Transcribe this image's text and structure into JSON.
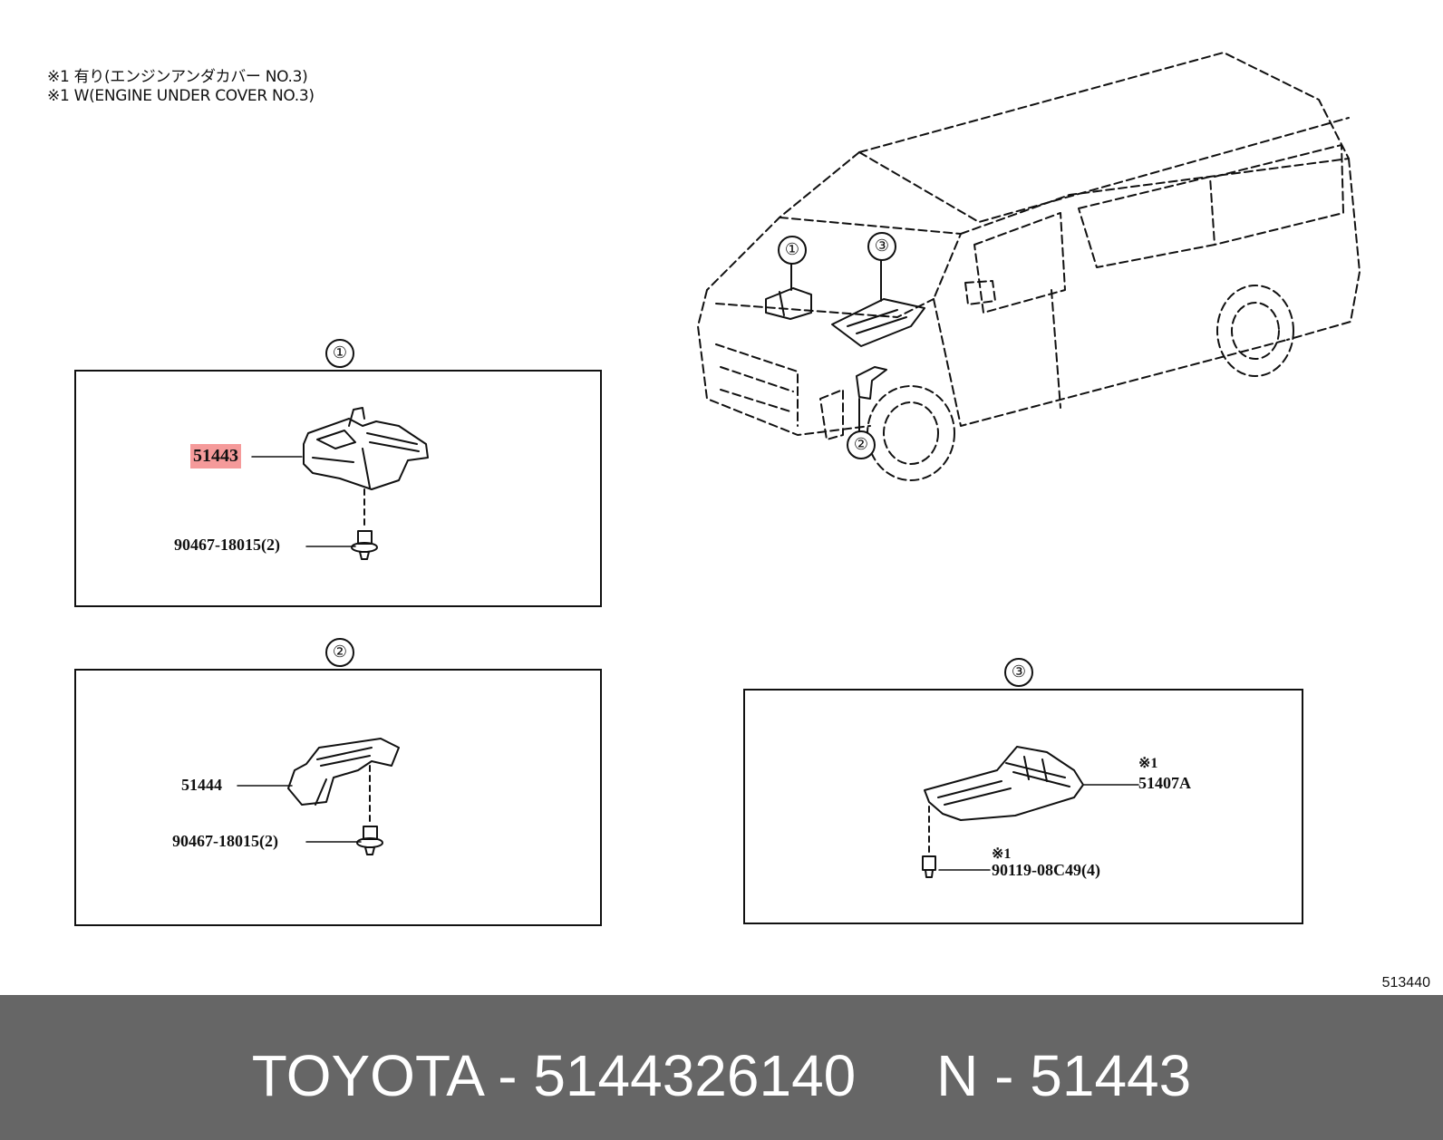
{
  "notes": {
    "line1": "※1  有り(エンジンアンダカバー NO.3)",
    "line2": "※1  W(ENGINE UNDER COVER NO.3)"
  },
  "vehicle": {
    "marker_1": "①",
    "marker_2": "②",
    "marker_3": "③"
  },
  "panels": {
    "panel1": {
      "marker": "①",
      "part": "51443",
      "fastener": "90467-18015(2)"
    },
    "panel2": {
      "marker": "②",
      "part": "51444",
      "fastener": "90467-18015(2)"
    },
    "panel3": {
      "marker": "③",
      "part_note": "※1",
      "part": "51407A",
      "fastener_note": "※1",
      "fastener": "90119-08C49(4)"
    }
  },
  "ref_code": "513440",
  "footer": {
    "text": "TOYOTA - 5144326140     N - 51443"
  },
  "colors": {
    "highlight": "#f59a9a",
    "footer_bg": "#666666",
    "footer_text": "#ffffff",
    "line": "#111111"
  }
}
